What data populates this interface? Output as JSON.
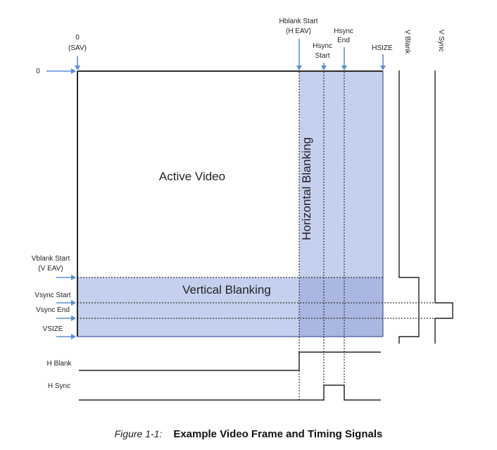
{
  "diagram": {
    "top_labels": {
      "zero": "0",
      "sav": "(SAV)",
      "hblank_start": "Hblank Start",
      "h_eav": "(H EAV)",
      "hsync_start_1": "Hsync",
      "hsync_start_2": "Start",
      "hsync_end_1": "Hsync",
      "hsync_end_2": "End",
      "hsize": "HSIZE",
      "v_blank": "V Blank",
      "v_sync": "V Sync"
    },
    "left_labels": {
      "zero": "0",
      "vblank_start": "Vblank Start",
      "v_eav": "(V EAV)",
      "vsync_start": "Vsync Start",
      "vsync_end": "Vsync End",
      "vsize": "VSIZE",
      "h_blank": "H Blank",
      "h_sync": "H Sync"
    },
    "regions": {
      "active_video": "Active Video",
      "horizontal_blanking": "Horizontal Blanking",
      "vertical_blanking": "Vertical Blanking"
    },
    "colors": {
      "blanking_fill": "#c5d0ee",
      "overlap_fill": "#a9b7e2",
      "arrow": "#5b8fd6"
    }
  },
  "caption": {
    "prefix": "Figure 1-1:",
    "title": "Example Video Frame and Timing Signals"
  }
}
